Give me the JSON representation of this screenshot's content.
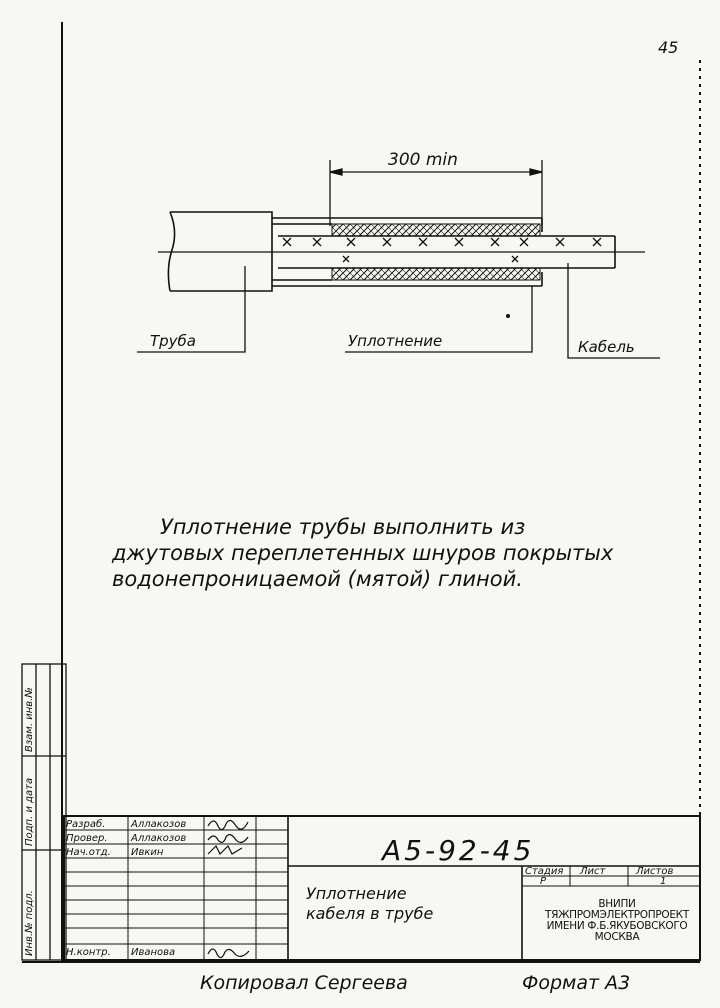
{
  "page_number": "45",
  "drawing": {
    "dimension_label": "300 min",
    "labels": {
      "pipe": "Труба",
      "seal": "Уплотнение",
      "cable": "Кабель"
    }
  },
  "note": {
    "line1": "Уплотнение трубы выполнить из",
    "line2": "джутовых переплетенных шнуров покрытых",
    "line3": "водонепроницаемой (мятой) глиной."
  },
  "side_stamp": {
    "col1": "Инв.№ подл.",
    "col2": "Подп. и дата",
    "col3": "Взам. инв.№"
  },
  "title_block": {
    "code": "А5-92-45",
    "title_line1": "Уплотнение",
    "title_line2": "кабеля в трубе",
    "roles": [
      "Разраб.",
      "Провер.",
      "Нач.отд.",
      "Н.контр."
    ],
    "names": [
      "Аллакозов",
      "Аллакозов",
      "Ивкин",
      "Иванова"
    ],
    "stage_header": "Стадия",
    "sheet_header": "Лист",
    "sheets_header": "Листов",
    "stage_value": "Р",
    "sheets_value": "1",
    "org_line1": "ВНИПИ",
    "org_line2": "ТЯЖПРОМЭЛЕКТРОПРОЕКТ",
    "org_line3": "ИМЕНИ Ф.Б.ЯКУБОВСКОГО",
    "org_line4": "МОСКВА"
  },
  "footer": {
    "copied": "Копировал Сергеева",
    "format": "Формат А3"
  }
}
